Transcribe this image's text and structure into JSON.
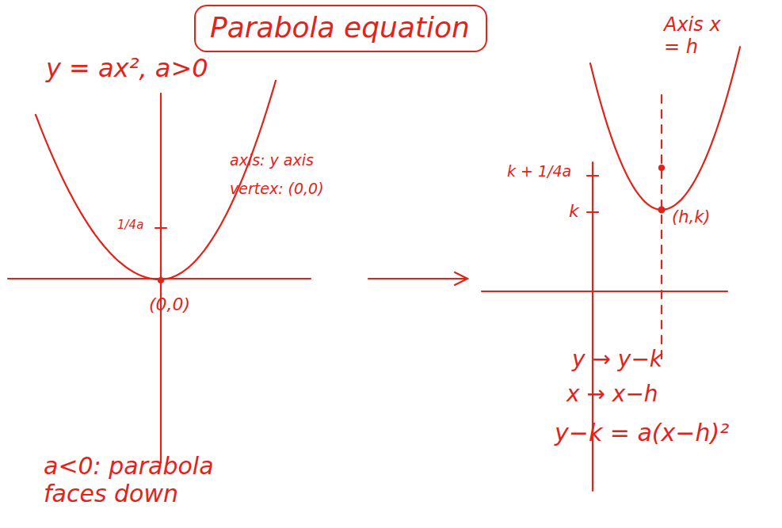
{
  "diagram": {
    "nodes": [
      {
        "text": [
          "Parabola equation"
        ]
      }
    ],
    "labels": [
      "y = ax², a>0",
      "axis: y axis",
      "vertex: (0,0)",
      "1/4a",
      "(0,0)",
      "a<0: parabola faces down",
      "Axis x = h",
      "k + 1/4a",
      "k",
      "(h,k)",
      "y → y−k",
      "x → x−h",
      "y−k = a(x−h)²"
    ]
  }
}
